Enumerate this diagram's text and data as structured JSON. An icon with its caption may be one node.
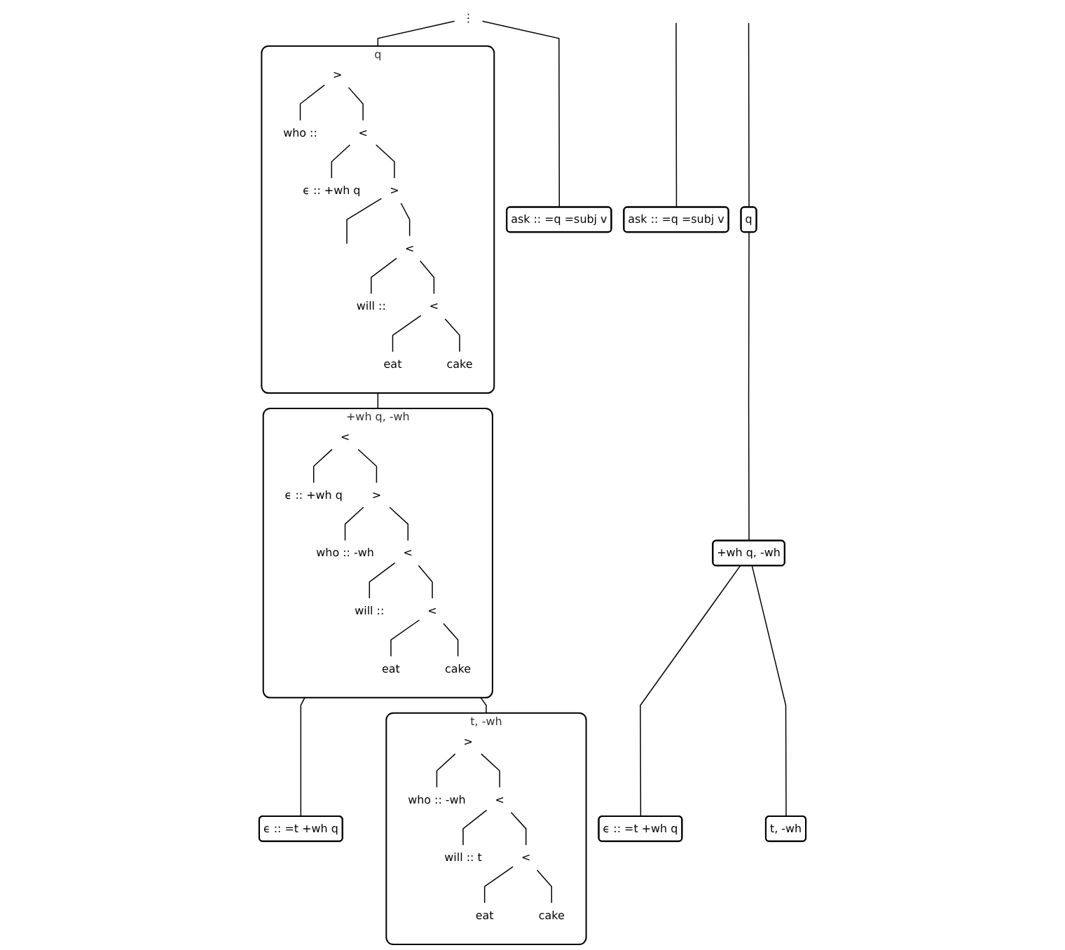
{
  "diagram": {
    "nodes": [
      {
        "text": [
          "⋮"
        ]
      },
      {
        "text": [
          "ask :: =q =subj v"
        ]
      },
      {
        "text": [
          "q"
        ]
      },
      {
        "text": [
          ">"
        ],
        "in": 2
      },
      {
        "text": [
          "who ::"
        ],
        "in": 2
      },
      {
        "text": [
          "<"
        ],
        "in": 2
      },
      {
        "text": [
          "ϵ :: +wh q"
        ],
        "in": 2
      },
      {
        "text": [
          ">"
        ],
        "in": 2
      },
      {
        "text": [
          "<"
        ],
        "in": 2
      },
      {
        "text": [
          "will ::"
        ],
        "in": 2
      },
      {
        "text": [
          "<"
        ],
        "in": 2
      },
      {
        "text": [
          "eat"
        ],
        "in": 2
      },
      {
        "text": [
          "cake"
        ],
        "in": 2
      },
      {
        "text": [
          "+wh q, -wh"
        ]
      },
      {
        "text": [
          "<"
        ],
        "in": 13
      },
      {
        "text": [
          "ϵ :: +wh q"
        ],
        "in": 13
      },
      {
        "text": [
          ">"
        ],
        "in": 13
      },
      {
        "text": [
          "who :: -wh"
        ],
        "in": 13
      },
      {
        "text": [
          "<"
        ],
        "in": 13
      },
      {
        "text": [
          "will ::"
        ],
        "in": 13
      },
      {
        "text": [
          "<"
        ],
        "in": 13
      },
      {
        "text": [
          "eat"
        ],
        "in": 13
      },
      {
        "text": [
          "cake"
        ],
        "in": 13
      },
      {
        "text": [
          "ϵ :: =t +wh q"
        ]
      },
      {
        "text": [
          "t, -wh"
        ]
      },
      {
        "text": [
          ">"
        ],
        "in": 24
      },
      {
        "text": [
          "who :: -wh"
        ],
        "in": 24
      },
      {
        "text": [
          "<"
        ],
        "in": 24
      },
      {
        "text": [
          "will :: t"
        ],
        "in": 24
      },
      {
        "text": [
          "<"
        ],
        "in": 24
      },
      {
        "text": [
          "eat"
        ],
        "in": 24
      },
      {
        "text": [
          "cake"
        ],
        "in": 24
      },
      {
        "text": [
          "ask :: =q =subj v"
        ]
      },
      {
        "text": [
          "q"
        ]
      },
      {
        "text": [
          "+wh q, -wh"
        ]
      },
      {
        "text": [
          "ϵ :: =t +wh q"
        ]
      },
      {
        "text": [
          "t, -wh"
        ]
      }
    ],
    "edges": [
      {
        "from": 0,
        "to": 1,
        "arrow": "none"
      },
      {
        "from": 0,
        "to": 2,
        "arrow": "none"
      },
      {
        "from": 3,
        "to": 4,
        "arrow": "none"
      },
      {
        "from": 3,
        "to": 5,
        "arrow": "none"
      },
      {
        "from": 5,
        "to": 6,
        "arrow": "none"
      },
      {
        "from": 5,
        "to": 7,
        "arrow": "none"
      },
      {
        "from": 7,
        "to": null,
        "arrow": "none"
      },
      {
        "from": 7,
        "to": 8,
        "arrow": "none"
      },
      {
        "from": 8,
        "to": 9,
        "arrow": "none"
      },
      {
        "from": 8,
        "to": 10,
        "arrow": "none"
      },
      {
        "from": 10,
        "to": 11,
        "arrow": "none"
      },
      {
        "from": 10,
        "to": 12,
        "arrow": "none"
      },
      {
        "from": 2,
        "to": 13,
        "arrow": "none"
      },
      {
        "from": 14,
        "to": 15,
        "arrow": "none"
      },
      {
        "from": 14,
        "to": 16,
        "arrow": "none"
      },
      {
        "from": 16,
        "to": 17,
        "arrow": "none"
      },
      {
        "from": 16,
        "to": 18,
        "arrow": "none"
      },
      {
        "from": 18,
        "to": 19,
        "arrow": "none"
      },
      {
        "from": 18,
        "to": 20,
        "arrow": "none"
      },
      {
        "from": 20,
        "to": 21,
        "arrow": "none"
      },
      {
        "from": 20,
        "to": 22,
        "arrow": "none"
      },
      {
        "from": 13,
        "to": 23,
        "arrow": "none"
      },
      {
        "from": 13,
        "to": 24,
        "arrow": "none"
      },
      {
        "from": 25,
        "to": 26,
        "arrow": "none"
      },
      {
        "from": 25,
        "to": 27,
        "arrow": "none"
      },
      {
        "from": 27,
        "to": 28,
        "arrow": "none"
      },
      {
        "from": 27,
        "to": 29,
        "arrow": "none"
      },
      {
        "from": 29,
        "to": 30,
        "arrow": "none"
      },
      {
        "from": 29,
        "to": 31,
        "arrow": "none"
      },
      {
        "from": null,
        "to": 32,
        "arrow": "none"
      },
      {
        "from": null,
        "to": 33,
        "arrow": "none"
      },
      {
        "from": 33,
        "to": 34,
        "arrow": "none"
      },
      {
        "from": 34,
        "to": 35,
        "arrow": "none"
      },
      {
        "from": 34,
        "to": 36,
        "arrow": "none"
      }
    ]
  }
}
